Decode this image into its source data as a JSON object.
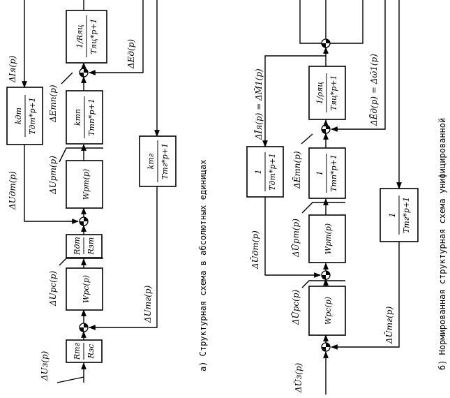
{
  "a": {
    "caption": "а)   Структурная схема в абсолютных единицах",
    "blocks": {
      "input": {
        "num": "Rтг",
        "den": "Rзс"
      },
      "wpc": {
        "text": "Wрс(p)"
      },
      "rdt": {
        "num": "Rдт",
        "den": "Rзт"
      },
      "wpt": {
        "text": "Wрт(p)"
      },
      "tp": {
        "num": "kтп",
        "den": "Tтп*p+1"
      },
      "yac": {
        "num": "1/Rяц",
        "den": "Tяц*p+1"
      },
      "dt": {
        "num": "kдт",
        "den": "Tдт*p+1"
      },
      "tg": {
        "num": "kтг",
        "den": "Tтг*p+1"
      }
    },
    "signals": {
      "uz": "ΔUз(p)",
      "upc": "ΔUрс(p)",
      "udt": "ΔUдт(p)",
      "upt": "ΔUрт(p)",
      "etp": "ΔEтп(p)",
      "iya": "ΔIя(p)",
      "ed": "ΔEд(p)",
      "utg": "ΔUтг(p)"
    }
  },
  "b": {
    "caption": "б)   Нормированная структурная схема унифицированной",
    "blocks": {
      "wpc": {
        "text": "Wрс(p)"
      },
      "wpt": {
        "text": "Wрт(p)"
      },
      "tp": {
        "num": "1",
        "den": "Tтп*p+1"
      },
      "yac": {
        "num": "1/ρяц",
        "den": "Tяц*p+1"
      },
      "dt": {
        "num": "1",
        "den": "Tдт*p+1"
      },
      "tg": {
        "num": "1",
        "den": "Tтг*p+1"
      }
    },
    "signals": {
      "uz": "ΔŪз(p)",
      "upc": "ΔŪрс(p)",
      "udt": "ΔŪдт(p)",
      "upt": "ΔŪрт(p)",
      "etp": "ΔĒтп(p)",
      "iya": "ΔĪя(p) = ΔM̄1(p)",
      "ed": "ΔĒд(p) = Δω̄1(p)",
      "utg": "ΔŪтг(p)"
    }
  }
}
